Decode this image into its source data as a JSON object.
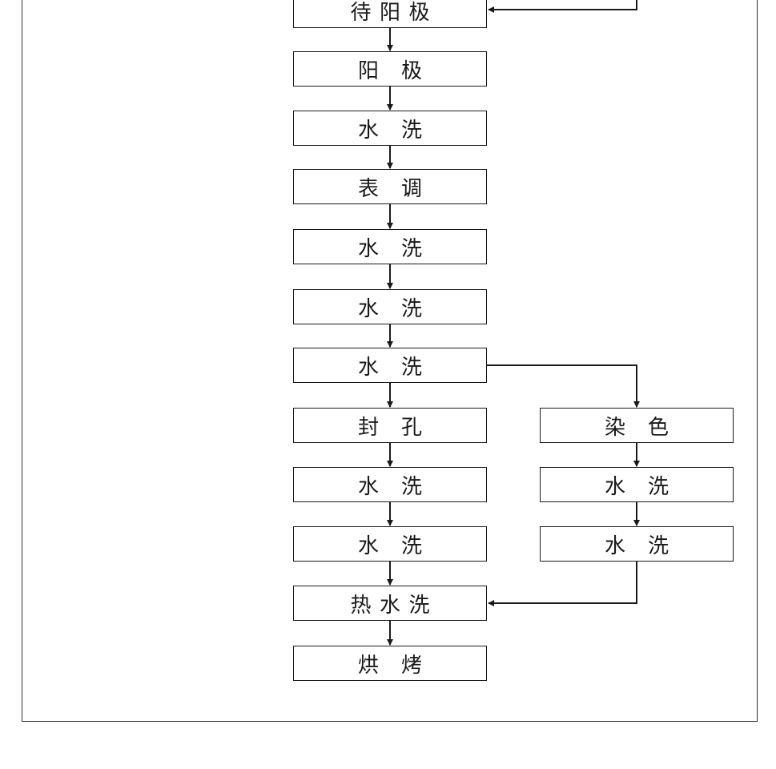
{
  "main_flow": [
    {
      "id": "s1",
      "chars": [
        "待",
        "阳",
        "极"
      ]
    },
    {
      "id": "s2",
      "chars": [
        "阳",
        "极"
      ]
    },
    {
      "id": "s3",
      "chars": [
        "水",
        "洗"
      ]
    },
    {
      "id": "s4",
      "chars": [
        "表",
        "调"
      ]
    },
    {
      "id": "s5",
      "chars": [
        "水",
        "洗"
      ]
    },
    {
      "id": "s6",
      "chars": [
        "水",
        "洗"
      ]
    },
    {
      "id": "s7",
      "chars": [
        "水",
        "洗"
      ]
    },
    {
      "id": "s8",
      "chars": [
        "封",
        "孔"
      ]
    },
    {
      "id": "s9",
      "chars": [
        "水",
        "洗"
      ]
    },
    {
      "id": "s10",
      "chars": [
        "水",
        "洗"
      ]
    },
    {
      "id": "s11",
      "chars": [
        "热",
        "水",
        "洗"
      ]
    },
    {
      "id": "s12",
      "chars": [
        "烘",
        "烤"
      ]
    }
  ],
  "dye_branch": [
    {
      "id": "b1",
      "chars": [
        "染",
        "色"
      ]
    },
    {
      "id": "b2",
      "chars": [
        "水",
        "洗"
      ]
    },
    {
      "id": "b3",
      "chars": [
        "水",
        "洗"
      ]
    }
  ],
  "line_color": "#1a1a1a"
}
